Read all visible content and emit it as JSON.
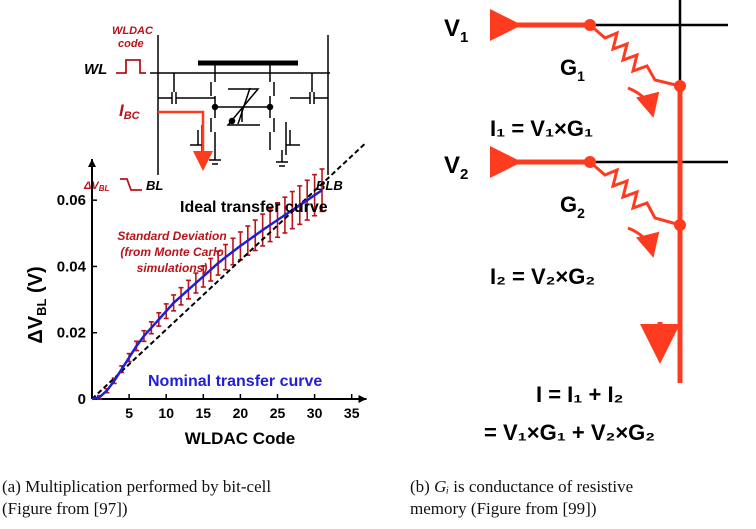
{
  "colors": {
    "red": "#b8141a",
    "orange": "#ff3b1f",
    "blue": "#1f1fd6",
    "black": "#000000"
  },
  "panel_a": {
    "circuit": {
      "wldac_line1": "WLDAC",
      "wldac_line2": "code",
      "wl": "WL",
      "ibc_main": "I",
      "ibc_sub": "BC",
      "dvbl_main": "ΔV",
      "dvbl_sub": "BL",
      "bl": "BL",
      "blb": "BLB"
    },
    "chart_labels": {
      "ideal": "Ideal transfer curve",
      "std_line1": "Standard Deviation",
      "std_line2": "(from Monte Carlo",
      "std_line3": "simulations)",
      "nominal": "Nominal transfer curve",
      "ylabel_main": "ΔV",
      "ylabel_sub": "BL",
      "ylabel_unit": " (V)",
      "xlabel": "WLDAC Code"
    },
    "caption_line1": "(a) Multiplication performed by bit-cell",
    "caption_line2": "(Figure from [97])"
  },
  "panel_b": {
    "v1": "V",
    "v1_sub": "1",
    "g1": "G",
    "g1_sub": "1",
    "eq1": "I₁ = V₁×G₁",
    "v2": "V",
    "v2_sub": "2",
    "g2": "G",
    "g2_sub": "2",
    "eq2": "I₂ = V₂×G₂",
    "sum1": "I = I₁ + I₂",
    "sum2": "= V₁×G₁ + V₂×G₂",
    "caption_pre": "(b) ",
    "caption_gi": "Gᵢ",
    "caption_post": " is conductance of resistive",
    "caption_line2": "memory (Figure from  [99])"
  },
  "chart_data": {
    "type": "line",
    "xlabel": "WLDAC Code",
    "ylabel": "ΔV_BL (V)",
    "xlim": [
      0,
      37
    ],
    "ylim": [
      0,
      0.07
    ],
    "xticks": [
      5,
      10,
      15,
      20,
      25,
      30,
      35
    ],
    "yticks": [
      0,
      0.02,
      0.04,
      0.06
    ],
    "ytick_labels": [
      "0",
      "0.02",
      "0.04",
      "0.06"
    ],
    "series": [
      {
        "name": "Ideal transfer curve",
        "style": "dashed",
        "x": [
          0,
          37
        ],
        "y": [
          0,
          0.0775
        ]
      },
      {
        "name": "Nominal transfer curve",
        "x": [
          0,
          1,
          2,
          3,
          4,
          5,
          6,
          7,
          8,
          9,
          10,
          11,
          12,
          13,
          14,
          15,
          16,
          17,
          18,
          19,
          20,
          21,
          22,
          23,
          24,
          25,
          26,
          27,
          28,
          29,
          30,
          31
        ],
        "y": [
          0,
          0.0005,
          0.0025,
          0.0055,
          0.009,
          0.0125,
          0.016,
          0.019,
          0.0215,
          0.024,
          0.0265,
          0.029,
          0.031,
          0.033,
          0.035,
          0.037,
          0.039,
          0.041,
          0.0428,
          0.0445,
          0.0462,
          0.0478,
          0.0494,
          0.051,
          0.0525,
          0.054,
          0.0555,
          0.057,
          0.0585,
          0.06,
          0.0615,
          0.063
        ]
      },
      {
        "name": "Standard Deviation",
        "type": "errorbar",
        "x": [
          1,
          2,
          3,
          4,
          5,
          6,
          7,
          8,
          9,
          10,
          11,
          12,
          13,
          14,
          15,
          16,
          17,
          18,
          19,
          20,
          21,
          22,
          23,
          24,
          25,
          26,
          27,
          28,
          29,
          30,
          31
        ],
        "y": [
          0.0005,
          0.0025,
          0.0055,
          0.009,
          0.0125,
          0.016,
          0.019,
          0.0215,
          0.024,
          0.0265,
          0.029,
          0.031,
          0.033,
          0.035,
          0.037,
          0.039,
          0.041,
          0.0428,
          0.0445,
          0.0462,
          0.0478,
          0.0494,
          0.051,
          0.0525,
          0.054,
          0.0555,
          0.057,
          0.0585,
          0.06,
          0.0615,
          0.063
        ],
        "err": [
          0.0005,
          0.0006,
          0.0008,
          0.001,
          0.0012,
          0.0014,
          0.0016,
          0.0018,
          0.002,
          0.0022,
          0.0024,
          0.0026,
          0.0028,
          0.003,
          0.0032,
          0.0034,
          0.0036,
          0.0038,
          0.004,
          0.0042,
          0.0044,
          0.0046,
          0.0048,
          0.005,
          0.0052,
          0.0054,
          0.0056,
          0.0058,
          0.006,
          0.0062,
          0.0064
        ]
      }
    ]
  }
}
